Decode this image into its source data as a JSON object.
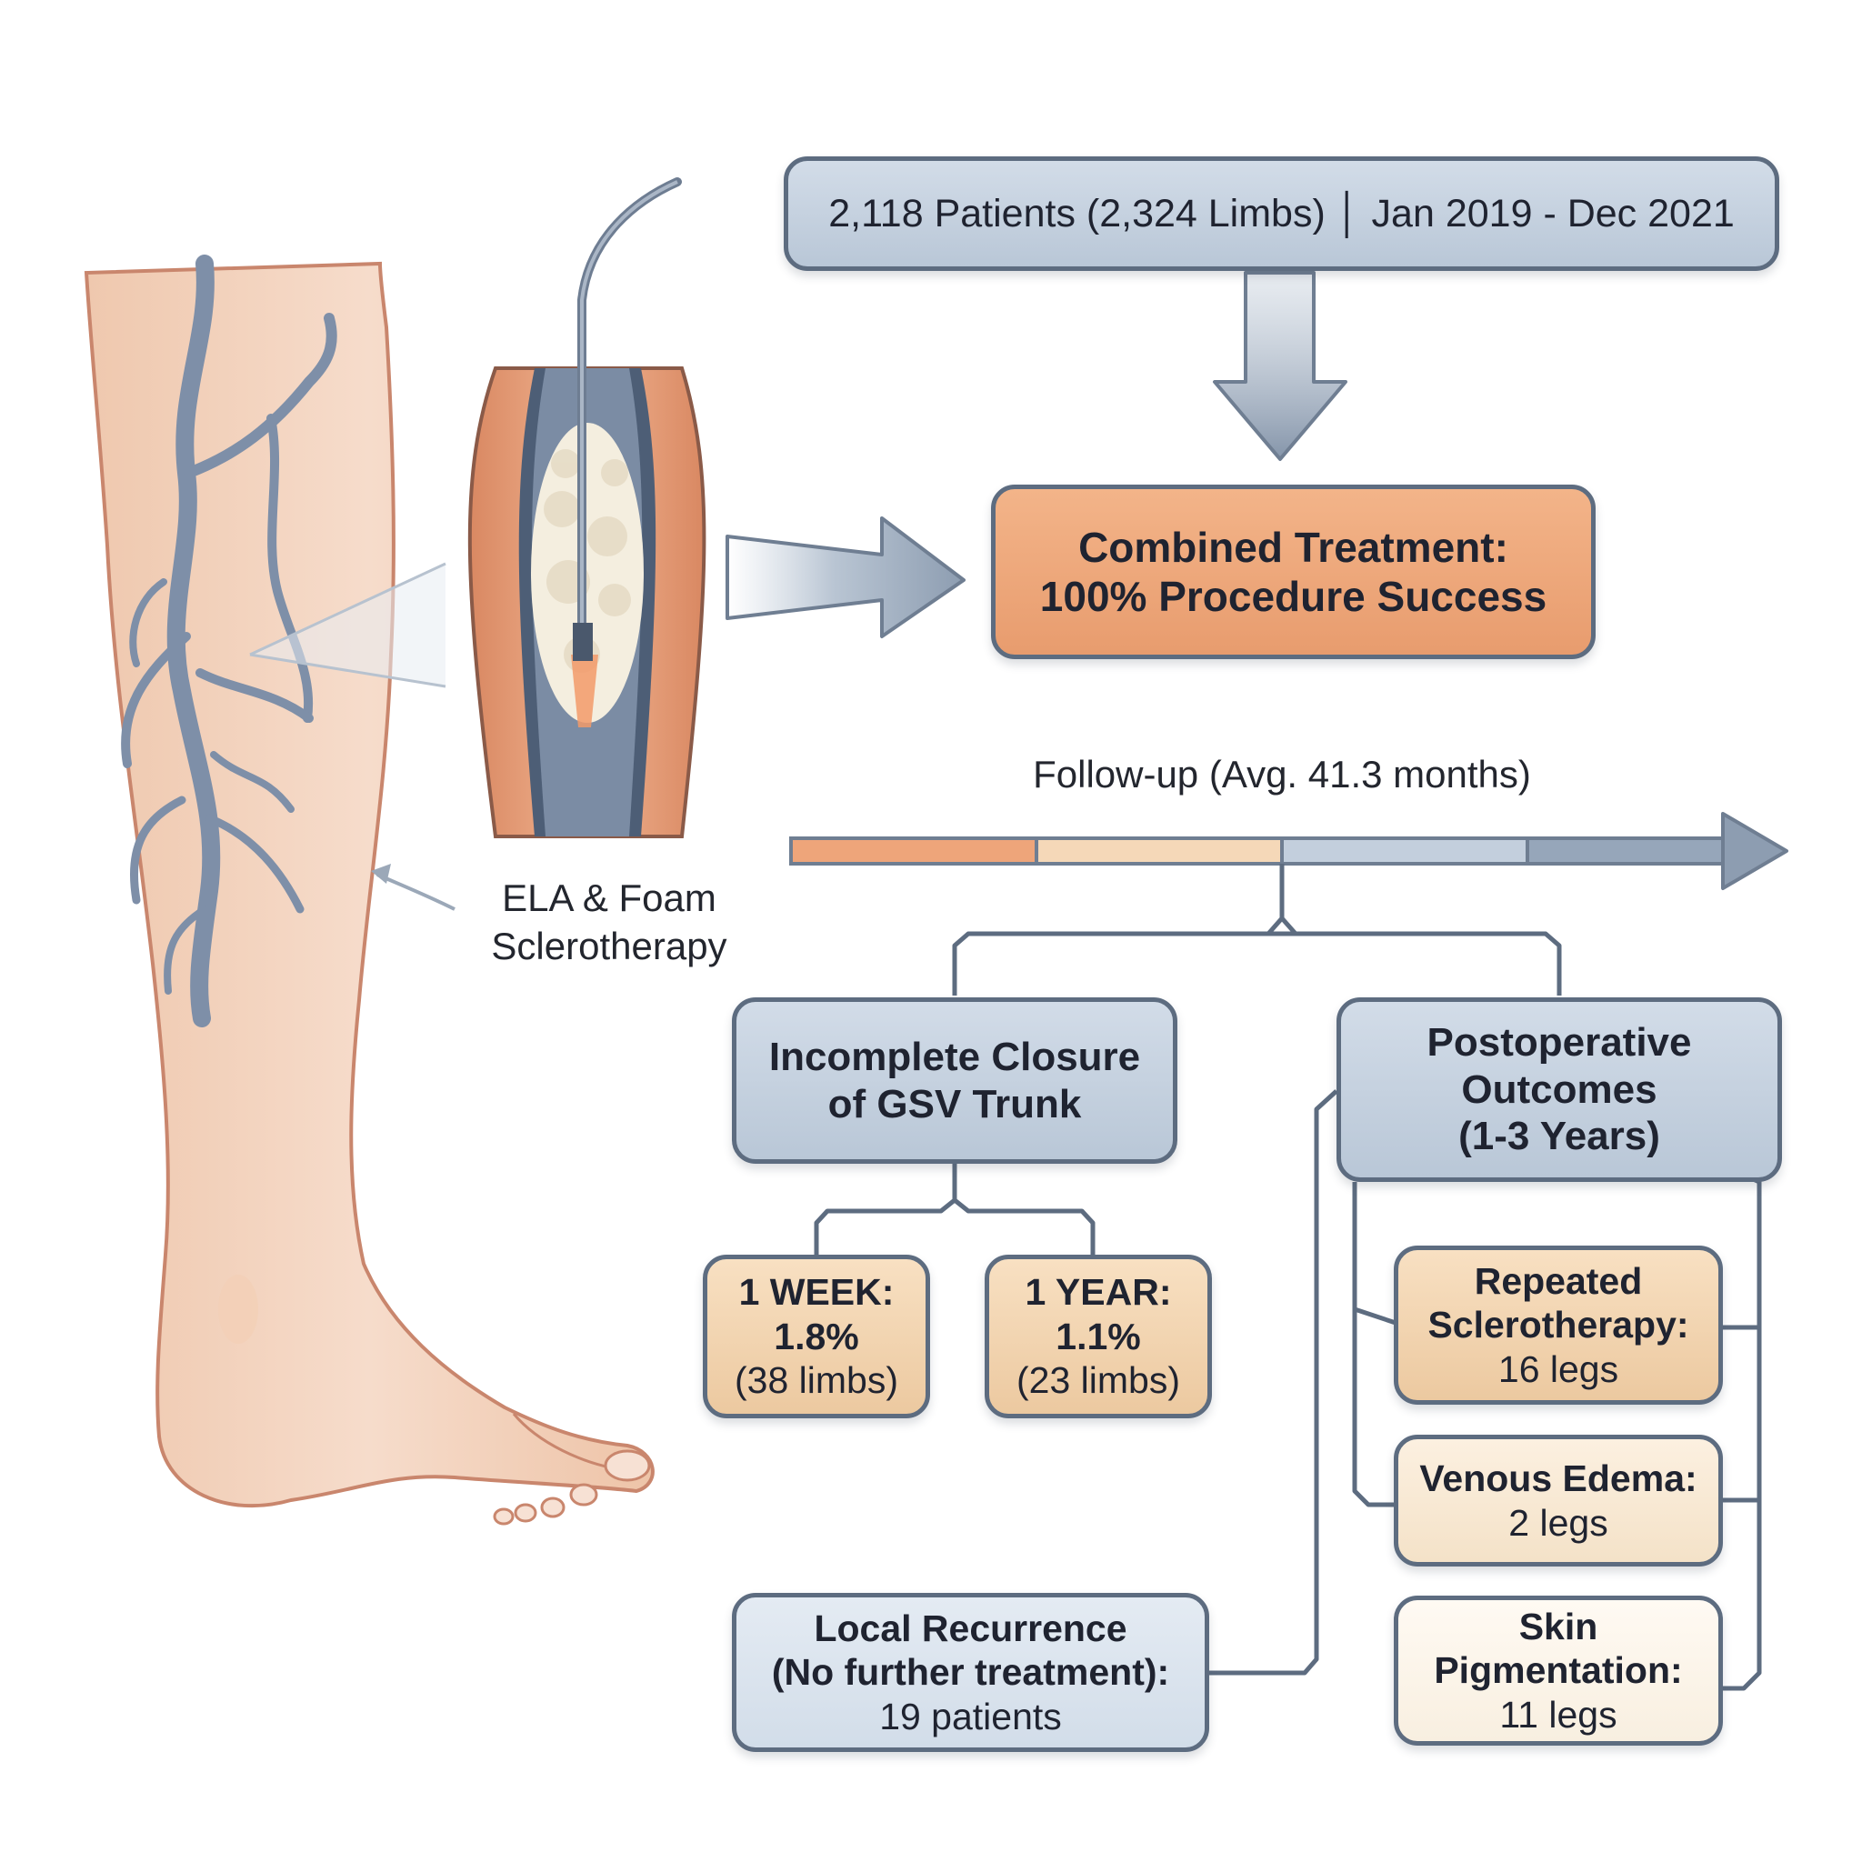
{
  "cohort": "2,118 Patients (2,324 Limbs) │ Jan 2019 - Dec 2021",
  "treatment": {
    "line1": "Combined Treatment:",
    "line2": "100% Procedure Success"
  },
  "procedure_label": {
    "line1": "ELA & Foam",
    "line2": "Sclerotherapy"
  },
  "followup_label": "Follow-up (Avg. 41.3 months)",
  "incomplete": {
    "line1": "Incomplete Closure",
    "line2": "of GSV Trunk"
  },
  "week": {
    "title": "1 WEEK:",
    "pct": "1.8%",
    "count": "(38 limbs)"
  },
  "year": {
    "title": "1 YEAR:",
    "pct": "1.1%",
    "count": "(23 limbs)"
  },
  "outcomes": {
    "line1": "Postoperative",
    "line2": "Outcomes",
    "line3": "(1-3 Years)"
  },
  "resclero": {
    "line1": "Repeated",
    "line2": "Sclerotherapy:",
    "value": "16 legs"
  },
  "edema": {
    "line1": "Venous Edema:",
    "value": "2 legs"
  },
  "pigment": {
    "line1": "Skin",
    "line2": "Pigmentation:",
    "value": "11 legs"
  },
  "recurrence": {
    "line1": "Local Recurrence",
    "line2": "(No further treatment):",
    "value": "19 patients"
  },
  "colors": {
    "box_blue": "#c3cfdd",
    "box_orange": "#eea57a",
    "box_peach": "#f2d3ae",
    "outline": "#5d6c80",
    "skin": "#f1cfb8",
    "vein": "#7e8fa8"
  }
}
